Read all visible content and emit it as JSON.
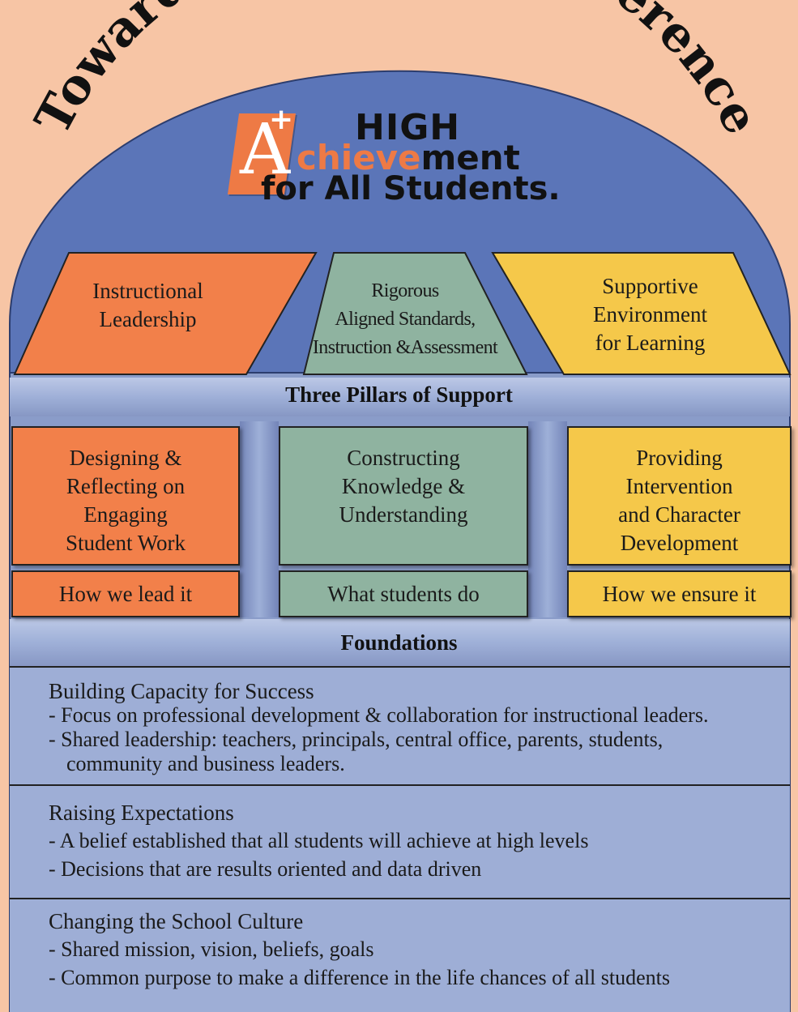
{
  "title": "Toward a Theory of Coherence",
  "logo": {
    "a_letter": "A",
    "a_plus": "+",
    "line1": "HIGH",
    "line2_orange": "chieve",
    "line2_rest": "ment",
    "line3": "for All Students."
  },
  "top_shapes": [
    {
      "lines": [
        "Instructional",
        "Leadership"
      ]
    },
    {
      "lines": [
        "Rigorous",
        "Aligned Standards,",
        "Instruction &Assessment"
      ]
    },
    {
      "lines": [
        "Supportive",
        "Environment",
        "for Learning"
      ]
    }
  ],
  "pillars_label": "Three Pillars of Support",
  "pillars": [
    {
      "lines": [
        "Designing &",
        "Reflecting on",
        "Engaging",
        "Student Work"
      ],
      "sub": "How we lead it"
    },
    {
      "lines": [
        "Constructing",
        "Knowledge &",
        "Understanding"
      ],
      "sub": "What students do"
    },
    {
      "lines": [
        "Providing",
        "Intervention",
        "and Character",
        "Development"
      ],
      "sub": "How we ensure it"
    }
  ],
  "foundations_label": "Foundations",
  "foundations": [
    {
      "title": "Building Capacity for Success",
      "items": [
        "- Focus on professional development & collaboration for instructional leaders.",
        "- Shared leadership: teachers, principals, central office, parents, students,",
        "   community and business leaders."
      ]
    },
    {
      "title": "Raising Expectations",
      "items": [
        "- A belief established that all students will achieve at high levels",
        "- Decisions that are results oriented and data driven"
      ]
    },
    {
      "title": "Changing the School Culture",
      "items": [
        "- Shared mission, vision, beliefs, goals",
        "- Common purpose to make a difference in the life chances of all students"
      ]
    }
  ],
  "colors": {
    "background": "#f7c5a5",
    "arch_blue": "#5b75b8",
    "body_blue": "#8a9cc9",
    "orange": "#f2804a",
    "green": "#8fb3a0",
    "yellow": "#f5c84a"
  }
}
